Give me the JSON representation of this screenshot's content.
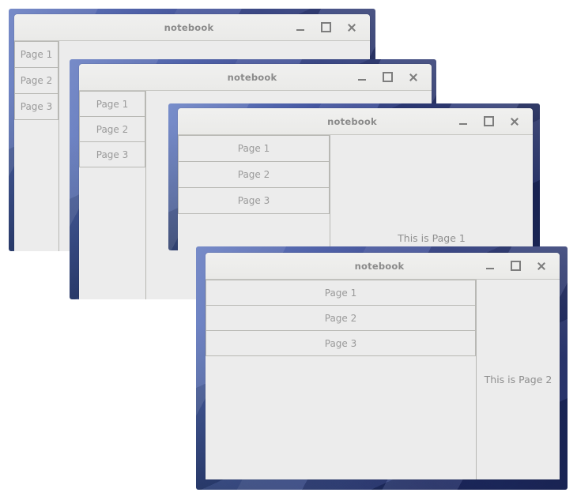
{
  "desktop": {
    "wallpaper_color": "#2b3f91",
    "background_color": "#ffffff"
  },
  "window_chrome": {
    "title": "notebook",
    "minimize_label": "Minimize",
    "maximize_label": "Maximize",
    "close_label": "Close",
    "titlebar_bg": "#ececec",
    "title_color": "#8a8a8a"
  },
  "windows": [
    {
      "id": "win1",
      "title": "notebook",
      "tab_position": "left",
      "tabs": [
        {
          "label": "Page 1"
        },
        {
          "label": "Page 2"
        },
        {
          "label": "Page 3"
        }
      ],
      "page_text": ""
    },
    {
      "id": "win2",
      "title": "notebook",
      "tab_position": "left",
      "tabs": [
        {
          "label": "Page 1"
        },
        {
          "label": "Page 2"
        },
        {
          "label": "Page 3"
        }
      ],
      "page_text": ""
    },
    {
      "id": "win3",
      "title": "notebook",
      "tab_position": "left",
      "tabs": [
        {
          "label": "Page 1"
        },
        {
          "label": "Page 2"
        },
        {
          "label": "Page 3"
        }
      ],
      "page_text": "This is Page 1"
    },
    {
      "id": "win4",
      "title": "notebook",
      "tab_position": "left",
      "tabs": [
        {
          "label": "Page 1"
        },
        {
          "label": "Page 2"
        },
        {
          "label": "Page 3"
        }
      ],
      "page_text": "This is Page 2"
    }
  ]
}
